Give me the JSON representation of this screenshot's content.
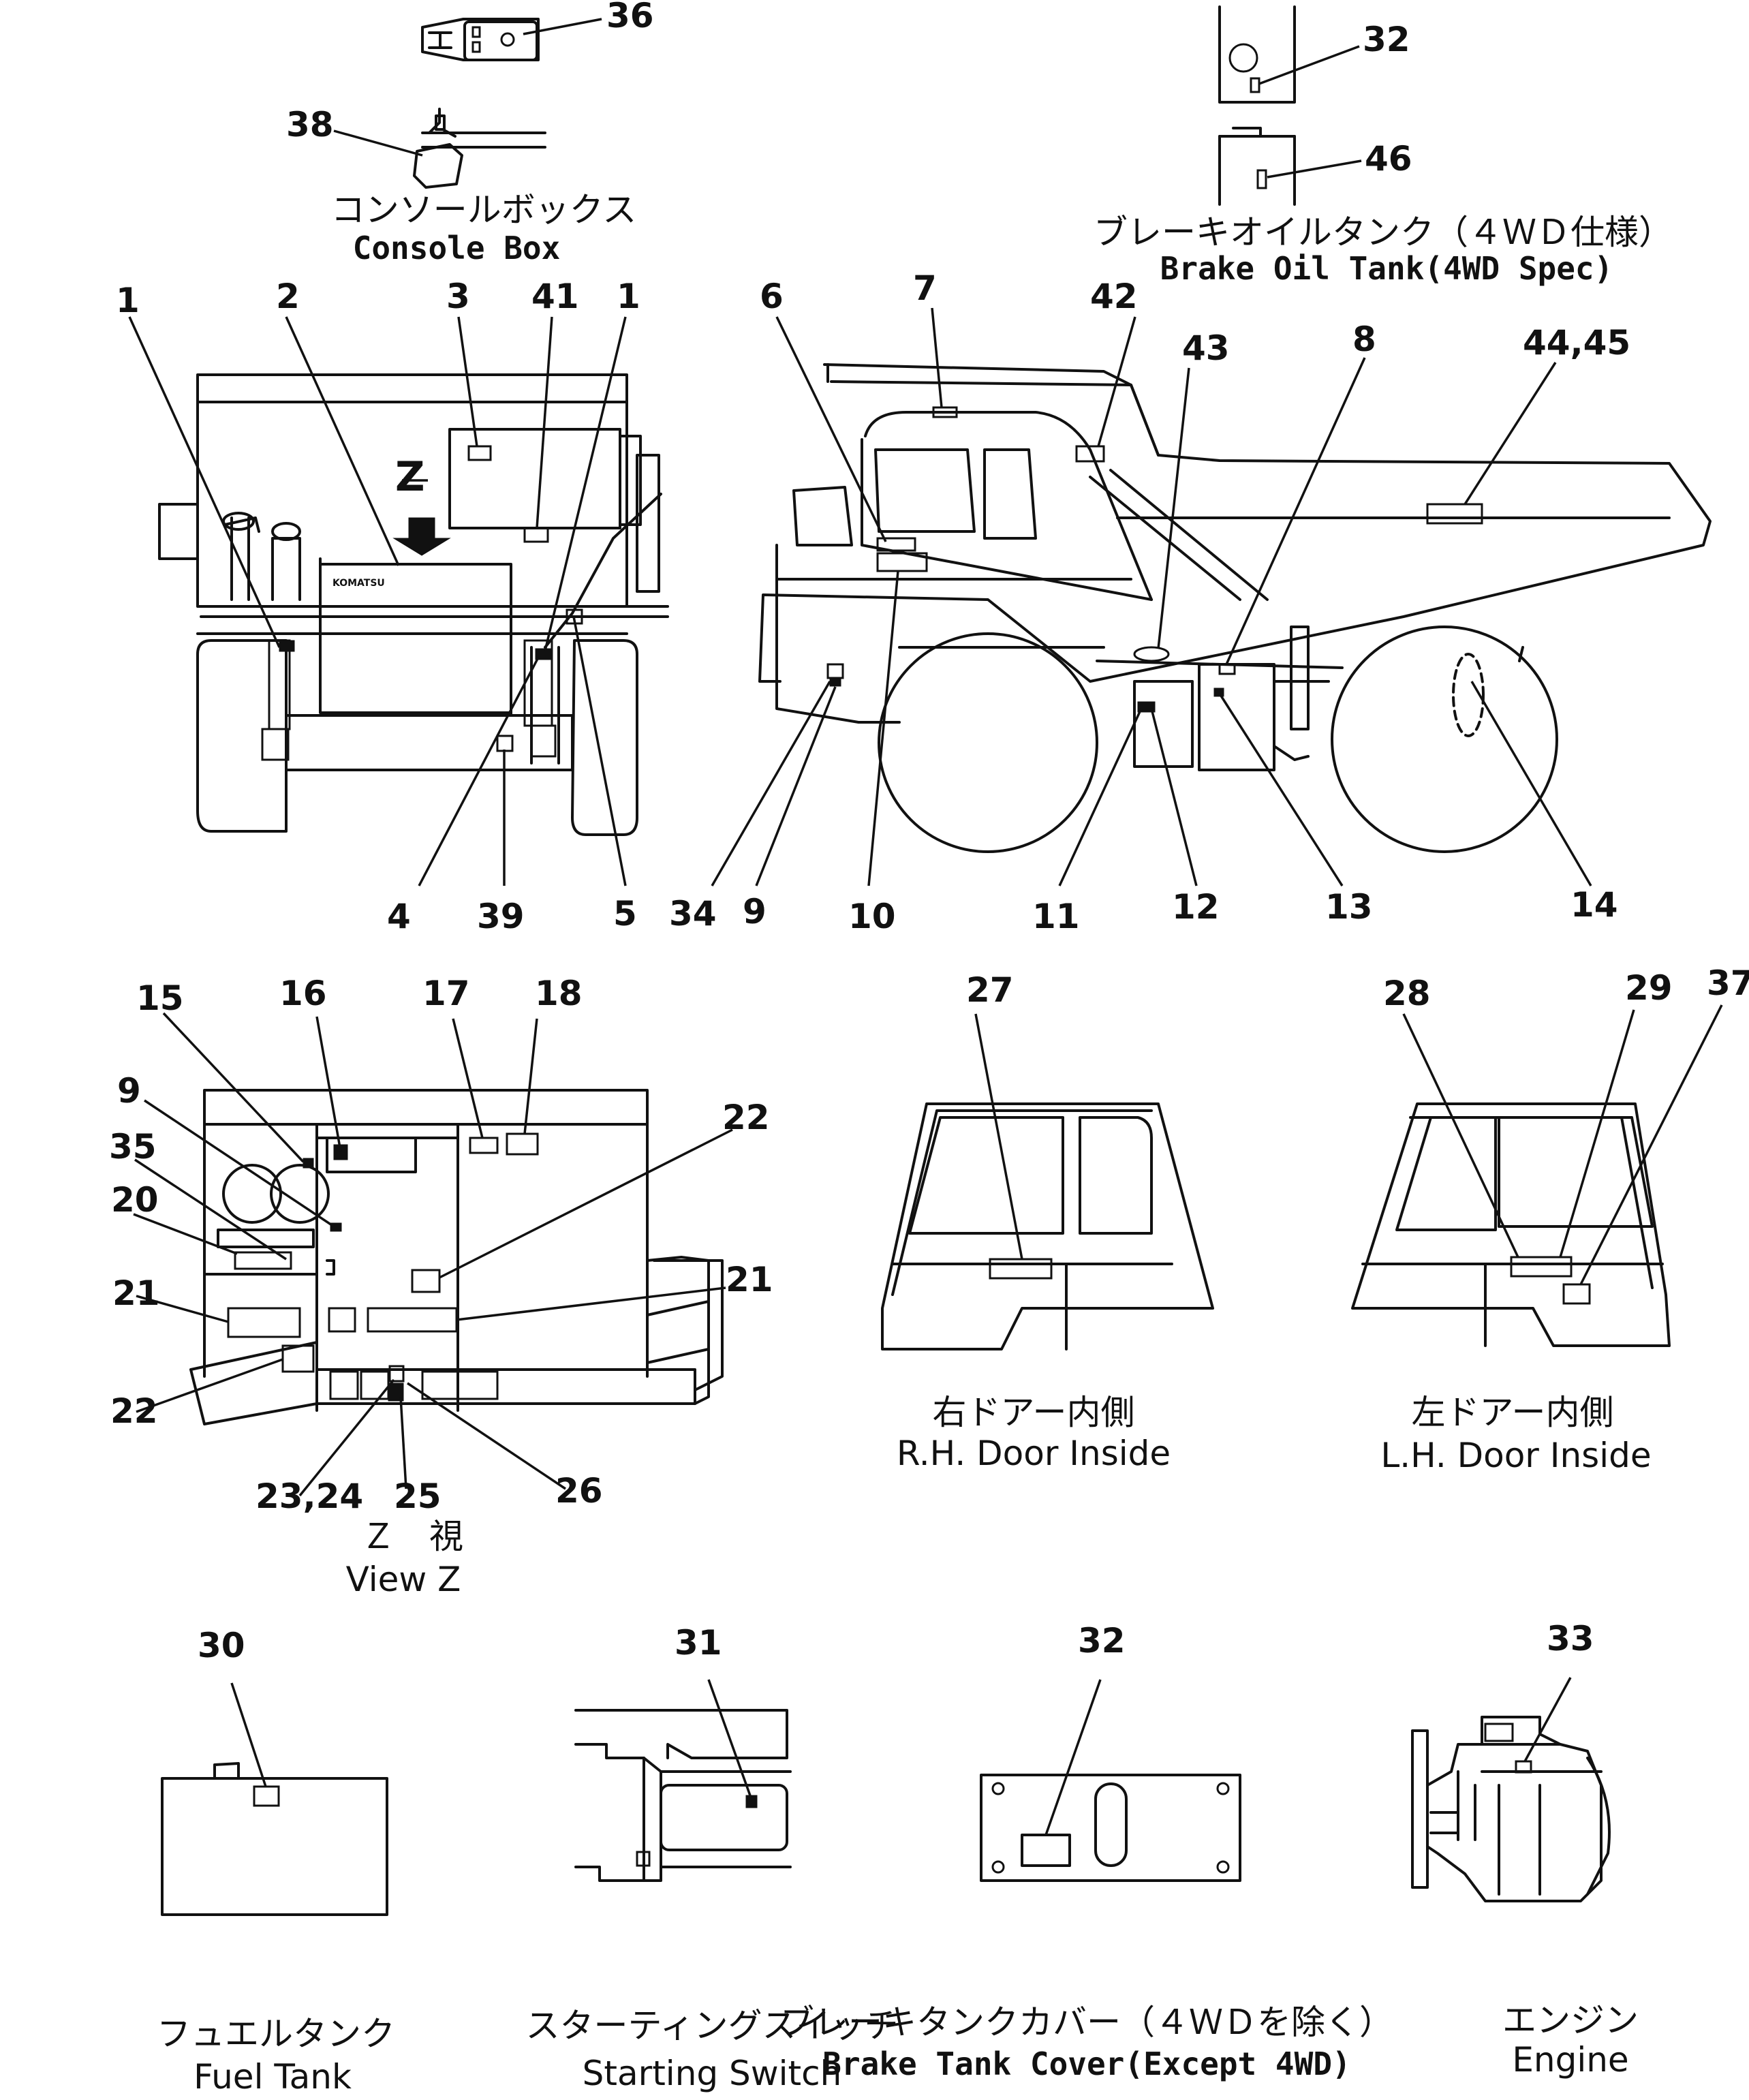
{
  "captions": {
    "console_box_jp": "コンソールボックス",
    "console_box_en": "Console Box",
    "brake_oil_tank_jp": "ブレーキオイルタンク（４ＷＤ仕様）",
    "brake_oil_tank_en": "Brake Oil Tank(4WD Spec)",
    "rh_door_jp": "右ドアー内側",
    "rh_door_en": "R.H. Door Inside",
    "lh_door_jp": "左ドアー内側",
    "lh_door_en": "L.H. Door Inside",
    "view_z_jp": "Ｚ　視",
    "view_z_en": "View Z",
    "fuel_tank_jp": "フュエルタンク",
    "fuel_tank_en": "Fuel Tank",
    "starting_switch_jp": "スターティングスイッチ",
    "starting_switch_en": "Starting Switch",
    "brake_tank_cover_jp": "ブレーキタンクカバー（４ＷＤを除く）",
    "brake_tank_cover_en": "Brake Tank Cover(Except 4WD)",
    "engine_jp": "エンジン",
    "engine_en": "Engine",
    "view_marker": "Z",
    "brand_plate": "KOMATSU"
  },
  "callouts": {
    "c36": "36",
    "c38": "38",
    "c32a": "32",
    "c46": "46",
    "c1a": "1",
    "c2": "2",
    "c3": "3",
    "c41": "41",
    "c1b": "1",
    "c4": "4",
    "c39": "39",
    "c5": "5",
    "c6": "6",
    "c7": "7",
    "c42": "42",
    "c43": "43",
    "c8": "8",
    "c44_45": "44,45",
    "c34": "34",
    "c9a": "9",
    "c10": "10",
    "c11": "11",
    "c12": "12",
    "c13": "13",
    "c14": "14",
    "c15": "15",
    "c16": "16",
    "c17": "17",
    "c18": "18",
    "c9b": "9",
    "c35": "35",
    "c20": "20",
    "c21a": "21",
    "c22a": "22",
    "c21b": "21",
    "c22b": "22",
    "c23_24": "23,24",
    "c25": "25",
    "c26": "26",
    "c27": "27",
    "c28": "28",
    "c29": "29",
    "c37": "37",
    "c30": "30",
    "c31": "31",
    "c32b": "32",
    "c33": "33"
  }
}
